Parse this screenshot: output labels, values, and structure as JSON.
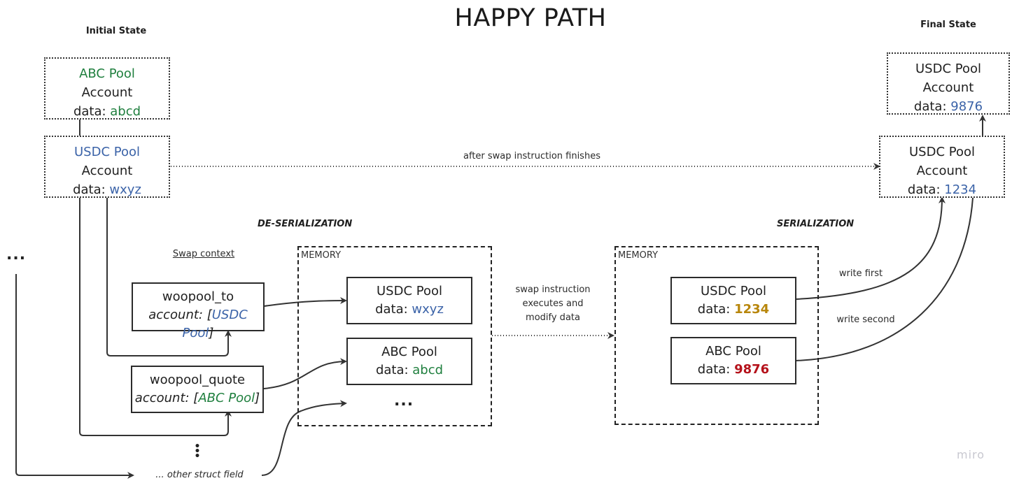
{
  "title": "HAPPY PATH",
  "initial_state": {
    "label": "Initial State",
    "abc_account": {
      "name": "ABC Pool",
      "type": "Account",
      "data_label": "data:",
      "data_value": "abcd"
    },
    "usdc_account": {
      "name": "USDC Pool",
      "type": "Account",
      "data_label": "data:",
      "data_value": "wxyz"
    }
  },
  "final_state": {
    "label": "Final State",
    "usdc_account_final": {
      "name": "USDC Pool",
      "type": "Account",
      "data_label": "data:",
      "data_value": "9876"
    },
    "usdc_account_mid": {
      "name": "USDC Pool",
      "type": "Account",
      "data_label": "data:",
      "data_value": "1234"
    }
  },
  "edges": {
    "after_swap": "after swap instruction finishes",
    "execute": [
      "swap instruction",
      "executes and",
      "modify data"
    ],
    "write_first": "write first",
    "write_second": "write second"
  },
  "deserialization": {
    "label": "DE-SERIALIZATION",
    "swap_context_label": "Swap context",
    "fields": [
      {
        "name": "woopool_to",
        "account_prefix": "account: [",
        "account_value": "USDC Pool",
        "account_suffix": "]"
      },
      {
        "name": "woopool_quote",
        "account_prefix": "account: [",
        "account_value": "ABC Pool",
        "account_suffix": "]"
      }
    ],
    "vertical_ellipsis": "⋮",
    "other_field": "... other struct field",
    "left_ellipsis": "...",
    "memory": {
      "label": "MEMORY",
      "items": [
        {
          "name": "USDC Pool",
          "data_label": "data:",
          "data_value": "wxyz"
        },
        {
          "name": "ABC Pool",
          "data_label": "data:",
          "data_value": "abcd"
        }
      ],
      "ellipsis": "..."
    }
  },
  "serialization": {
    "label": "SERIALIZATION",
    "memory": {
      "label": "MEMORY",
      "items": [
        {
          "name": "USDC Pool",
          "data_label": "data:",
          "data_value": "1234"
        },
        {
          "name": "ABC Pool",
          "data_label": "data:",
          "data_value": "9876"
        }
      ]
    }
  },
  "colors": {
    "abc": "#1f7f3e",
    "usdc": "#3b63a8",
    "changed_usdc": "#b8860b",
    "changed_abc": "#b5121b"
  },
  "watermark": "miro"
}
